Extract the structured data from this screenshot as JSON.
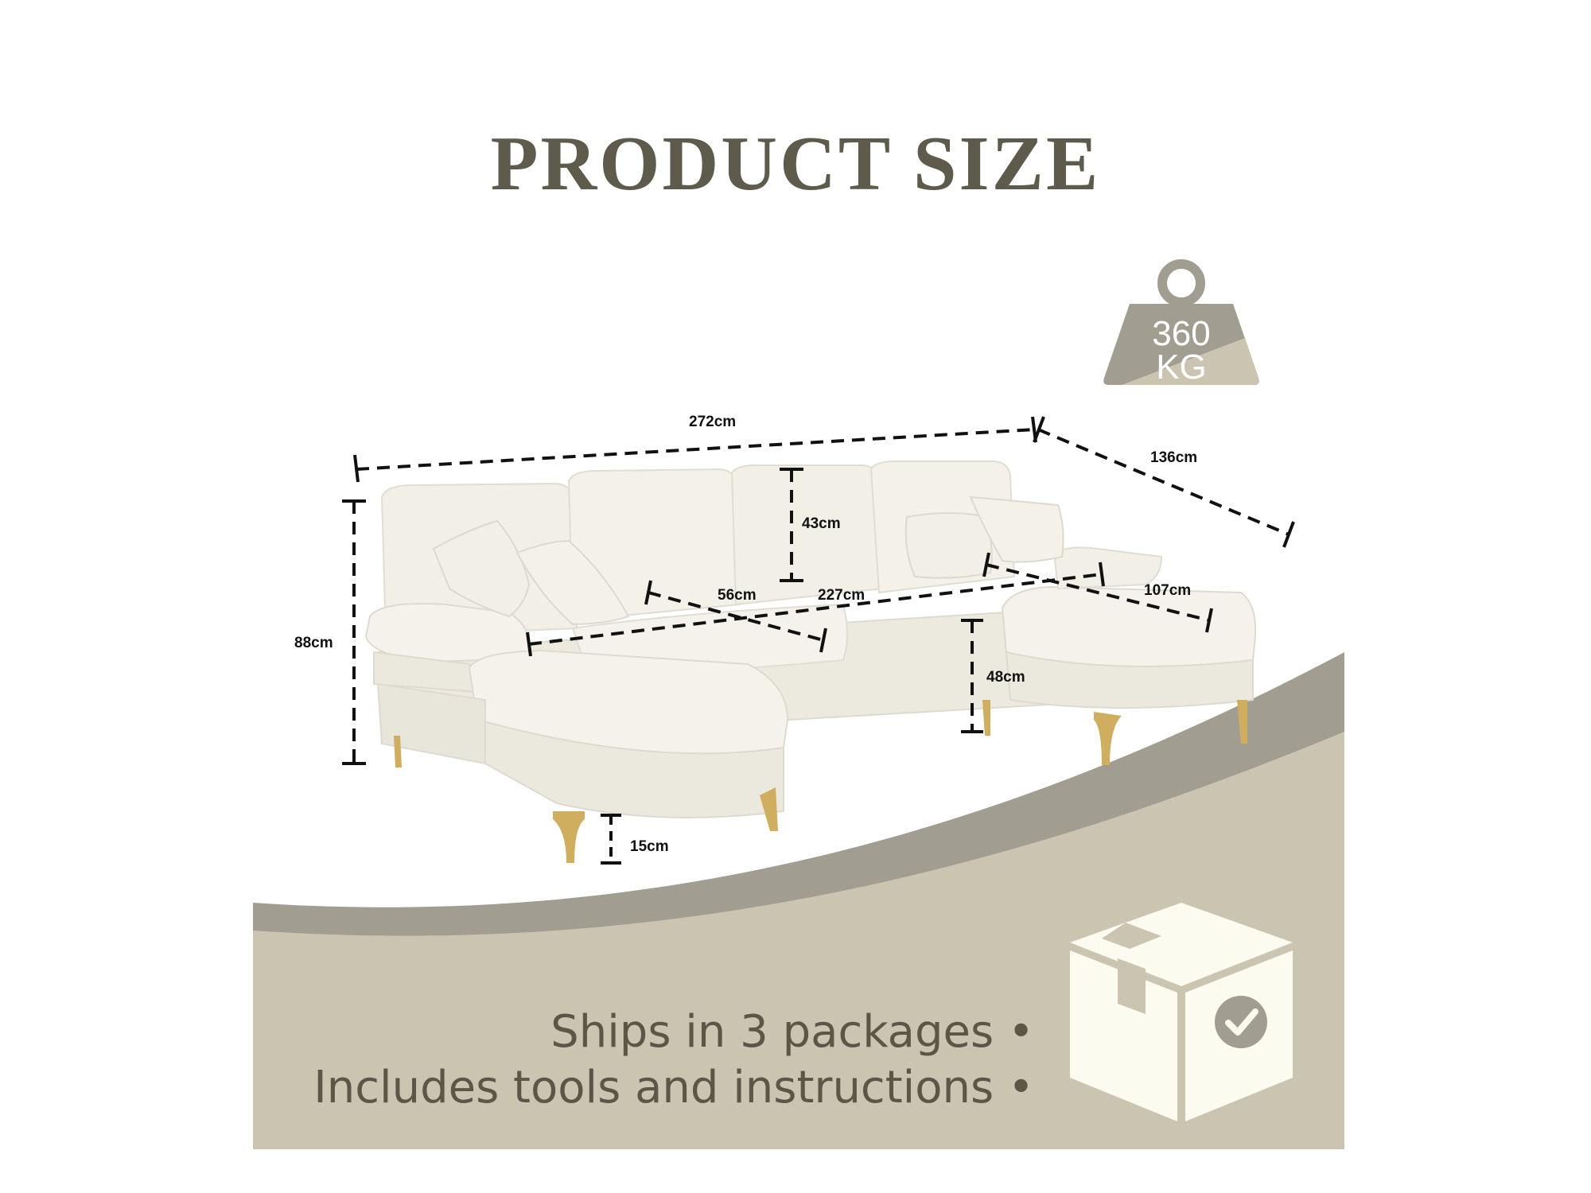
{
  "title": "PRODUCT SIZE",
  "weight": {
    "value": "360",
    "unit": "KG"
  },
  "dimensions": {
    "total_length": "272cm",
    "depth": "136cm",
    "total_height": "88cm",
    "back_height": "43cm",
    "seat_depth": "56cm",
    "seat_width": "227cm",
    "chaise_width": "107cm",
    "seat_height": "48cm",
    "leg_height": "15cm"
  },
  "shipping": {
    "line1": "Ships in 3 packages •",
    "line2": "Includes tools and instructions •"
  },
  "icons": [
    "weight-icon",
    "package-check-icon"
  ],
  "colors": {
    "accent": "#cbc4b0",
    "dark_band": "#a19d91",
    "title": "#5e5a4c",
    "box": "#fcfbef"
  }
}
